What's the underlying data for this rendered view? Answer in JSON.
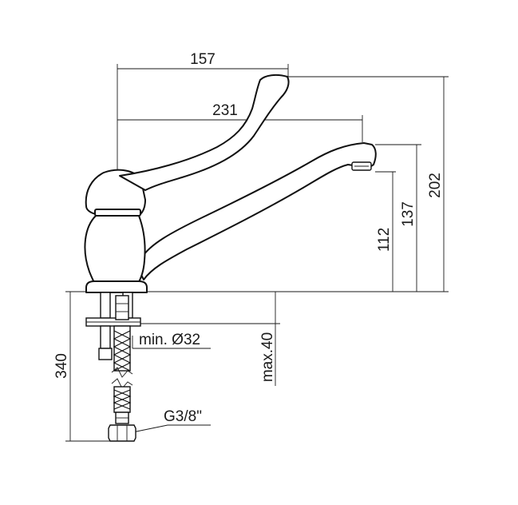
{
  "dimensions": {
    "lever_reach": "157",
    "spout_reach": "231",
    "total_height": "202",
    "spout_height": "137",
    "outlet_height": "112",
    "hose_length": "340",
    "deck_thickness": "max.40",
    "hole_diameter": "min. Ø32",
    "connection": "G3/8\""
  },
  "colors": {
    "line": "#111111",
    "background": "#ffffff"
  }
}
